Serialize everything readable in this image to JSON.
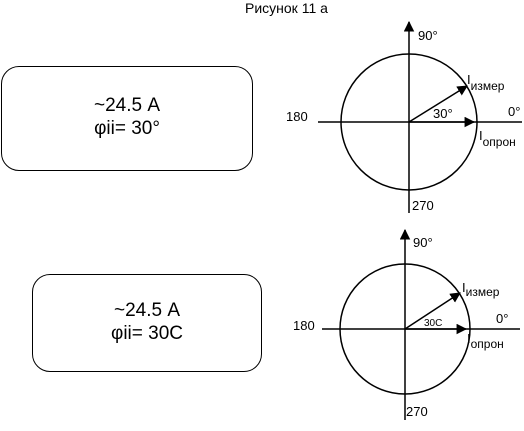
{
  "title": "Рисунок 11 а",
  "diagrams": [
    {
      "readout_value": "~24.5 А",
      "readout_angle": "φii= 30°",
      "label_90": "90°",
      "label_0": "0°",
      "label_180": "180",
      "label_270": "270",
      "angle_label": "30°",
      "measured_letter": "I",
      "measured_sub": "измер",
      "reference_letter": "I",
      "reference_sub": "опрон"
    },
    {
      "readout_value": "~24.5 А",
      "readout_angle": "φii= 30С",
      "label_90": "90°",
      "label_0": "0°",
      "label_180": "180",
      "label_270": "270",
      "angle_label": "30С",
      "measured_letter": "I",
      "measured_sub": "измер",
      "reference_letter": "I",
      "reference_sub": "опрон"
    }
  ]
}
